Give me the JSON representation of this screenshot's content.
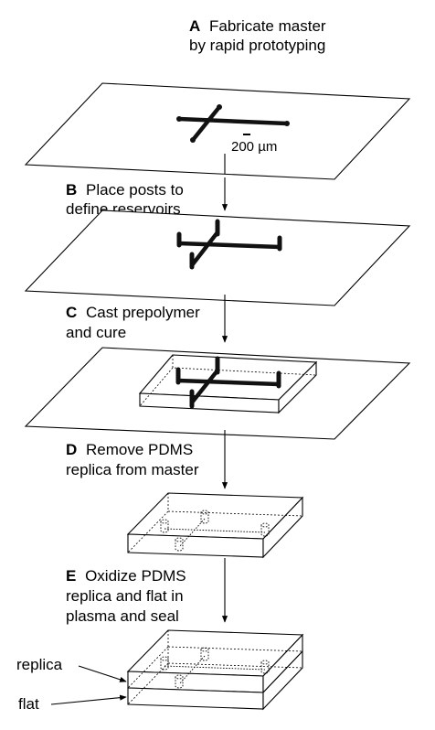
{
  "steps": [
    {
      "letter": "A",
      "lines": [
        "Fabricate master",
        "by rapid prototyping"
      ]
    },
    {
      "letter": "B",
      "lines": [
        "Place posts to",
        "define reservoirs"
      ]
    },
    {
      "letter": "C",
      "lines": [
        "Cast prepolymer",
        "and cure"
      ]
    },
    {
      "letter": "D",
      "lines": [
        "Remove PDMS",
        "replica from master"
      ]
    },
    {
      "letter": "E",
      "lines": [
        "Oxidize PDMS",
        "replica and flat in",
        "plasma and seal"
      ]
    }
  ],
  "scale_bar": "200 µm",
  "callouts": {
    "replica": "replica",
    "flat": "flat"
  }
}
